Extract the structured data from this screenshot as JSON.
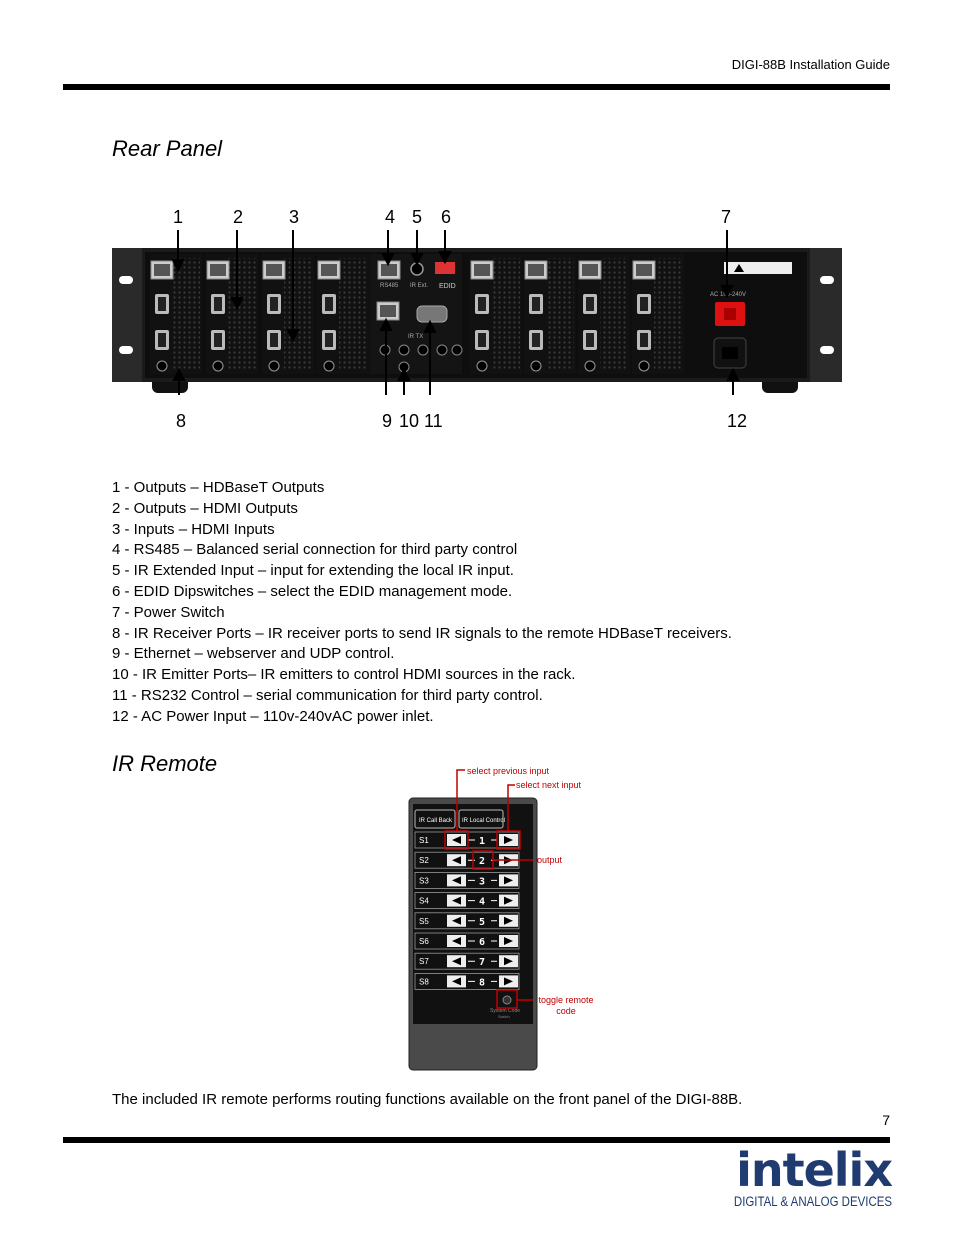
{
  "header": {
    "doc_title": "DIGI-88B Installation Guide"
  },
  "rear_panel": {
    "title": "Rear Panel",
    "callouts_top": [
      "1",
      "2",
      "3",
      "4",
      "5",
      "6",
      "7"
    ],
    "callouts_bottom": [
      "8",
      "9",
      "10",
      "11",
      "12"
    ],
    "legend": [
      "1 - Outputs – HDBaseT Outputs",
      "2 - Outputs – HDMI Outputs",
      "3 - Inputs – HDMI Inputs",
      "4 - RS485 – Balanced serial connection for third party control",
      "5 - IR Extended Input – input for extending the local IR input.",
      "6 - EDID Dipswitches – select the EDID management mode.",
      "7 - Power Switch",
      "8 - IR Receiver Ports – IR receiver ports to send IR signals to the remote HDBaseT receivers.",
      "9 - Ethernet – webserver and UDP control.",
      "10 - IR Emitter Ports– IR emitters to control HDMI sources in the rack.",
      "11 - RS232 Control – serial communication for third party control.",
      "12 - AC Power Input – 110v-240vAC power inlet."
    ],
    "device_labels": {
      "rs485": "RS485",
      "ir_ext": "IR Ext.",
      "edid": "EDID",
      "ir_tx": "IR TX",
      "power": "AC 100-240V"
    }
  },
  "ir_remote": {
    "title": "IR Remote",
    "labels": {
      "prev_input": "select previous input",
      "next_input": "select next input",
      "output": "output",
      "toggle_code": "toggle remote code"
    },
    "top_buttons": [
      "IR Call Back",
      "IR Local Control"
    ],
    "rows": [
      {
        "s": "S1",
        "n": "1"
      },
      {
        "s": "S2",
        "n": "2"
      },
      {
        "s": "S3",
        "n": "3"
      },
      {
        "s": "S4",
        "n": "4"
      },
      {
        "s": "S5",
        "n": "5"
      },
      {
        "s": "S6",
        "n": "6"
      },
      {
        "s": "S7",
        "n": "7"
      },
      {
        "s": "S8",
        "n": "8"
      }
    ],
    "system_code": "System Code",
    "switch": "Switch"
  },
  "caption": "The included IR remote performs routing functions available on the front panel of the DIGI-88B.",
  "footer": {
    "page_number": "7",
    "logo_word": "intelix",
    "logo_sub": "DIGITAL & ANALOG DEVICES"
  }
}
